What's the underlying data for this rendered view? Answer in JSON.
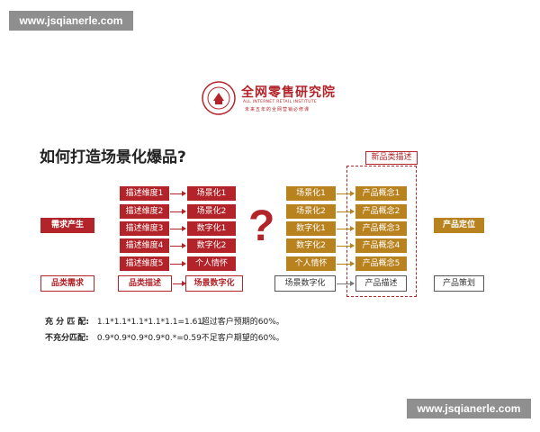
{
  "watermark_top": "www.jsqianerle.com",
  "watermark_bottom": "www.jsqianerle.com",
  "logo": {
    "title": "全网零售研究院",
    "subtitle": "ALL INTERNET RETAIL INSTITUTE",
    "slogan": "未来五年的全网营销必修课"
  },
  "main_title": "如何打造场景化爆品?",
  "question_mark": "?",
  "new_category_label": "新品类描述",
  "left_labels": {
    "demand": "需求产生",
    "category_demand": "品类需求"
  },
  "right_labels": {
    "positioning": "产品定位",
    "planning": "产品策划"
  },
  "col1": {
    "items": [
      "描述维度1",
      "描述维度2",
      "描述维度3",
      "描述维度4",
      "描述维度5"
    ],
    "footer": "品类描述"
  },
  "col2": {
    "items": [
      "场景化1",
      "场景化2",
      "数字化1",
      "数字化2",
      "个人情怀"
    ],
    "footer": "场景数字化"
  },
  "col3": {
    "items": [
      "场景化1",
      "场景化2",
      "数字化1",
      "数字化2",
      "个人情怀"
    ],
    "footer": "场景数字化"
  },
  "col4": {
    "items": [
      "产品概念1",
      "产品概念2",
      "产品概念3",
      "产品概念4",
      "产品概念5"
    ],
    "footer": "产品描述"
  },
  "formulas": [
    {
      "label": "充 分 匹 配:",
      "expr": "1.1*1.1*1.1*1.1*1.1=1.61",
      "note": "超过客户预期的60%。"
    },
    {
      "label": "不充分匹配:",
      "expr": "0.9*0.9*0.9*0.9*0.*=0.59",
      "note": "不足客户期望的60%。"
    }
  ],
  "colors": {
    "red": "#b3242a",
    "gold": "#b8821f"
  }
}
